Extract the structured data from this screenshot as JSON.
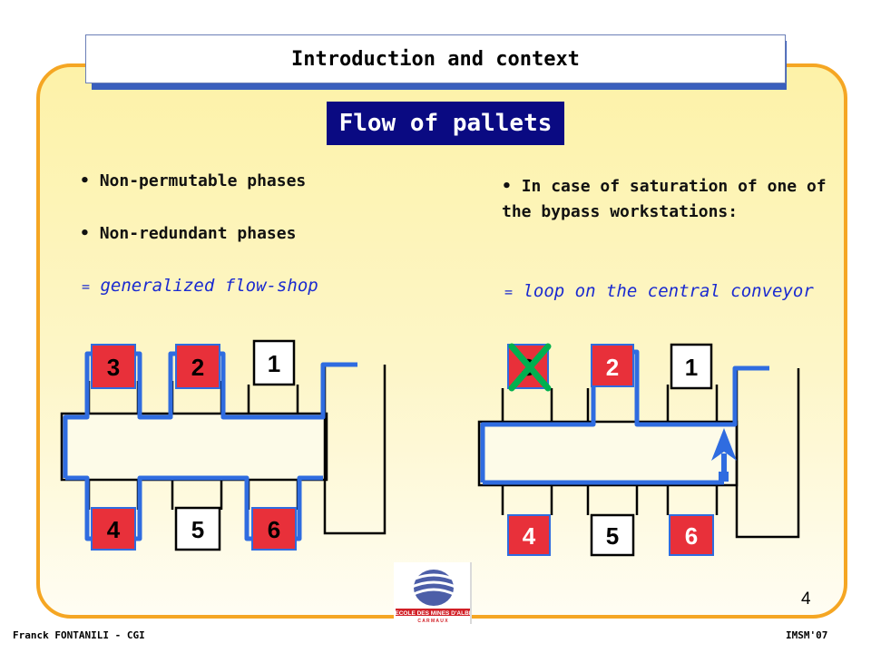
{
  "header": {
    "title": "Introduction and context"
  },
  "subtitle": "Flow of pallets",
  "left": {
    "bullets": [
      "Non-permutable phases",
      "Non-redundant phases"
    ],
    "equation_sign": "=",
    "equation": "generalized flow-shop",
    "stations": [
      {
        "label": "3",
        "highlight": true
      },
      {
        "label": "2",
        "highlight": true
      },
      {
        "label": "1",
        "highlight": false
      },
      {
        "label": "4",
        "highlight": true
      },
      {
        "label": "5",
        "highlight": false
      },
      {
        "label": "6",
        "highlight": true
      }
    ]
  },
  "right": {
    "bullets": [
      "In case of saturation of one of the bypass workstations:"
    ],
    "equation_sign": "=",
    "equation": "loop on the central conveyor",
    "stations": [
      {
        "label": "3",
        "highlight": true,
        "crossed": true
      },
      {
        "label": "2",
        "highlight": true
      },
      {
        "label": "1",
        "highlight": false
      },
      {
        "label": "4",
        "highlight": true
      },
      {
        "label": "5",
        "highlight": false
      },
      {
        "label": "6",
        "highlight": true
      }
    ]
  },
  "page_number": "4",
  "footer": {
    "left": "Franck FONTANILI - CGI",
    "right": "IMSM'07"
  },
  "logo": {
    "text": "ECOLE DES MINES D'ALBI",
    "subtext": "C A R M A U X"
  },
  "colors": {
    "flow": "#2f6ce0",
    "station": "#e8303a",
    "accent": "#f5a623",
    "title_bg": "#0a0a82",
    "equation": "#1a2ad0",
    "cross": "#00b050"
  }
}
